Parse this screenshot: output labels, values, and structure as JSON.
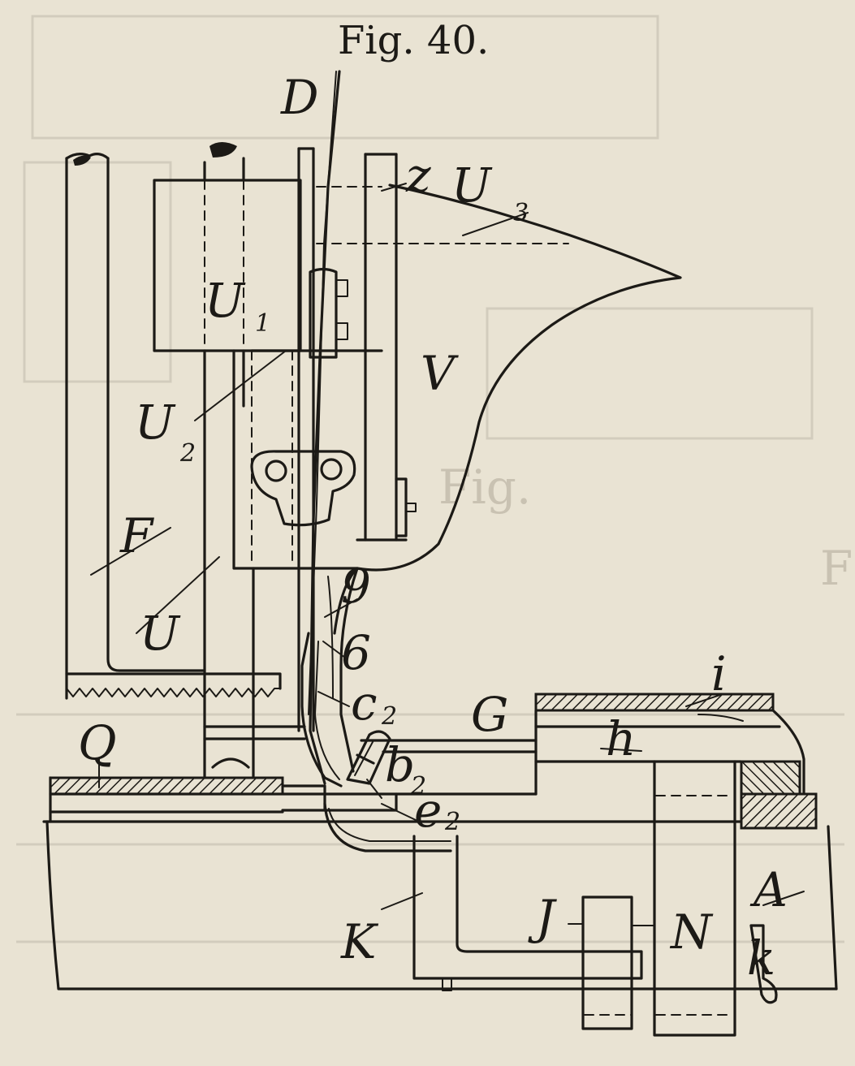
{
  "figure": {
    "title": "Fig. 40.",
    "labels": {
      "D": "D",
      "z": "z",
      "U3": "U",
      "U3_sub": "3",
      "U1": "U",
      "U1_sub": "1",
      "V": "V",
      "U2": "U",
      "U2_sub": "2",
      "F": "F",
      "U": "U",
      "nine": "9",
      "six": "6",
      "c2": "c",
      "c2_sub": "2",
      "G": "G",
      "i": "i",
      "h": "h",
      "Q": "Q",
      "b2": "b",
      "b2_sub": "2",
      "e2": "e",
      "e2_sub": "2",
      "K": "K",
      "J": "J",
      "N": "N",
      "A": "A",
      "k": "k"
    },
    "ghost_text": [
      "Fig.",
      "F"
    ]
  }
}
